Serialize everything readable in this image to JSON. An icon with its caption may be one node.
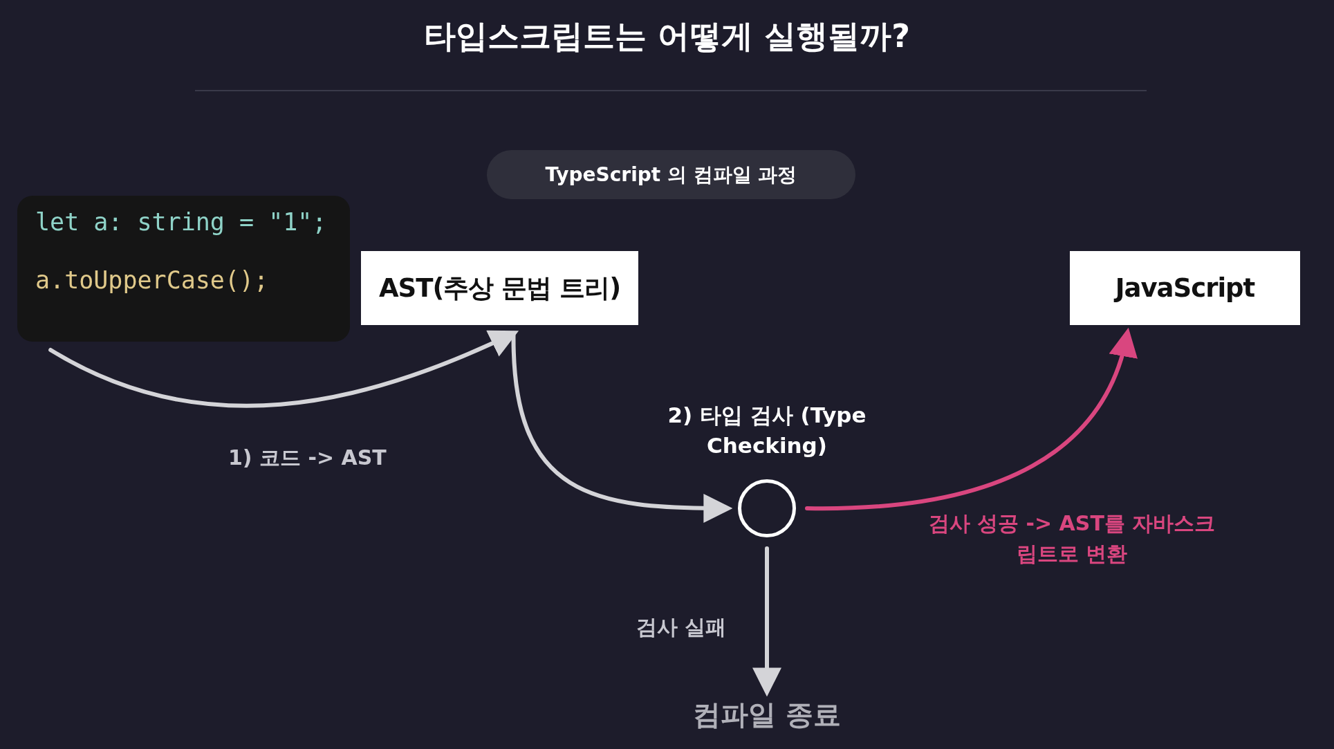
{
  "diagram": {
    "title": "타입스크립트는 어떻게 실행될까?",
    "nodes": [
      {
        "text": [
          "TypeScript 의 컴파일 과정"
        ]
      },
      {
        "text": [
          "let a: string = \"1\";",
          "a.toUpperCase();"
        ]
      },
      {
        "text": [
          "AST(추상 문법 트리)"
        ]
      },
      {
        "text": [
          "JavaScript"
        ]
      },
      {
        "text": [],
        "shape": "circle",
        "beside": [
          "2) 타입 검사 (Type Checking)"
        ]
      },
      {
        "text": [
          "컴파일 종료"
        ]
      }
    ],
    "edges": [
      {
        "from": 1,
        "to": 2,
        "arrow": "to",
        "label": "1) 코드 -> AST"
      },
      {
        "from": 2,
        "to": 4,
        "arrow": "to"
      },
      {
        "from": 4,
        "to": 3,
        "arrow": "to",
        "color": "#d9467f",
        "label": "검사 성공 -> AST를 자바스크립트로 변환"
      },
      {
        "from": 4,
        "to": 5,
        "arrow": "to",
        "label": "검사 실패"
      }
    ]
  }
}
